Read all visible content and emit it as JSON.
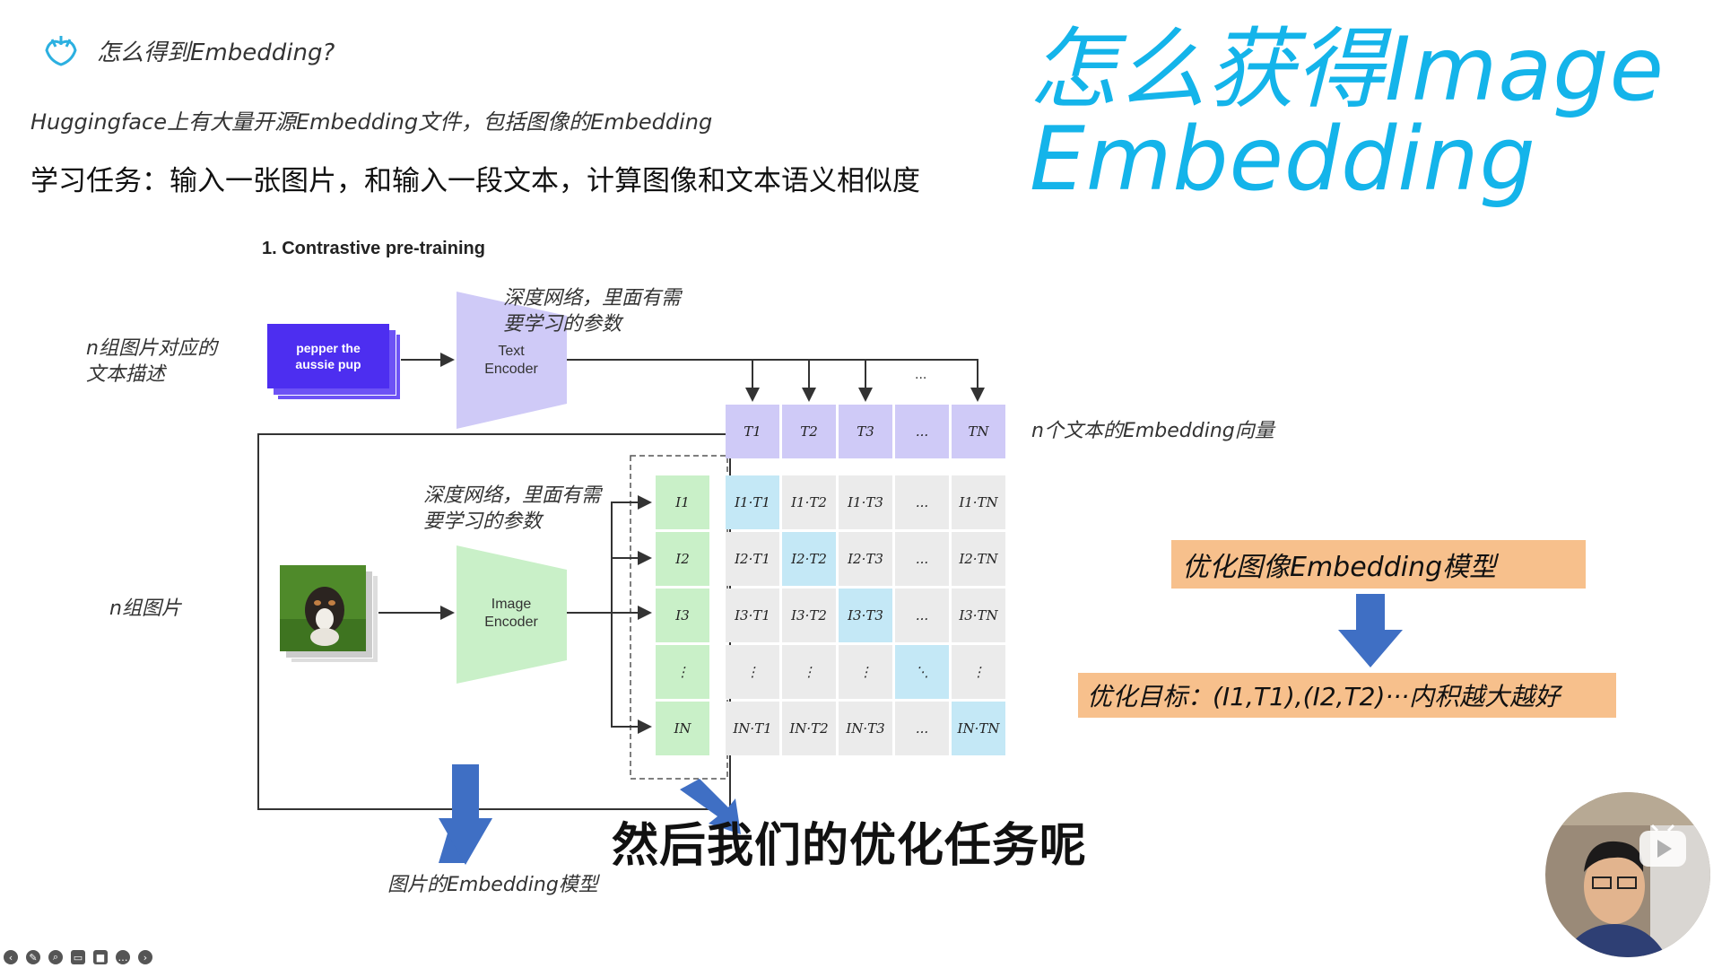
{
  "header": {
    "title": "怎么得到Embedding?",
    "subtitle": "Huggingface上有大量开源Embedding文件，包括图像的Embedding",
    "task": "学习任务：输入一张图片，和输入一段文本，计算图像和文本语义相似度",
    "big_title_line1": "怎么获得Image",
    "big_title_line2": "Embedding"
  },
  "diagram": {
    "section_title": "1. Contrastive pre-training",
    "text_card_line1": "pepper the",
    "text_card_line2": "aussie pup",
    "text_encoder_line1": "Text",
    "text_encoder_line2": "Encoder",
    "image_encoder_line1": "Image",
    "image_encoder_line2": "Encoder",
    "note_text_desc_line1": "n组图片对应的",
    "note_text_desc_line2": "文本描述",
    "note_images": "n组图片",
    "note_deep_net_top_line1": "深度网络，里面有需",
    "note_deep_net_top_line2": "要学习的参数",
    "note_deep_net_mid_line1": "深度网络，里面有需",
    "note_deep_net_mid_line2": "要学习的参数",
    "note_text_embeddings": "n个文本的Embedding向量",
    "note_image_model": "图片的Embedding模型",
    "top_dots": "...",
    "T": [
      "T1",
      "T2",
      "T3",
      "...",
      "TN"
    ],
    "I": [
      "I1",
      "I2",
      "I3",
      "⋮",
      "IN"
    ],
    "matrix": [
      [
        "I1·T1",
        "I1·T2",
        "I1·T3",
        "...",
        "I1·TN"
      ],
      [
        "I2·T1",
        "I2·T2",
        "I2·T3",
        "...",
        "I2·TN"
      ],
      [
        "I3·T1",
        "I3·T2",
        "I3·T3",
        "...",
        "I3·TN"
      ],
      [
        "⋮",
        "⋮",
        "⋮",
        "⋱",
        "⋮"
      ],
      [
        "IN·T1",
        "IN·T2",
        "IN·T3",
        "...",
        "IN·TN"
      ]
    ]
  },
  "right_panel": {
    "optimize_model": "优化图像Embedding模型",
    "optimize_goal": "优化目标：(I1,T1),(I2,T2)···内积越大越好"
  },
  "caption": "然后我们的优化任务呢",
  "colors": {
    "accent_cyan": "#14b4ea",
    "arrow_blue": "#3f6fc4",
    "orange_box": "#f7c08c"
  },
  "player_controls": [
    "prev-icon",
    "pen-icon",
    "zoom-icon",
    "cc-icon",
    "camera-icon",
    "more-icon",
    "next-icon"
  ]
}
